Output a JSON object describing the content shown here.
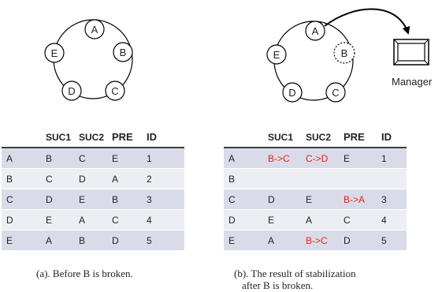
{
  "diagram_a": {
    "nodes": [
      "A",
      "B",
      "C",
      "D",
      "E"
    ]
  },
  "diagram_b": {
    "nodes": [
      "A",
      "B",
      "C",
      "D",
      "E"
    ],
    "broken_node": "B",
    "manager_label": "Manager"
  },
  "table_a": {
    "headers": [
      "",
      "SUC1",
      "SUC2",
      "PRE",
      "ID"
    ],
    "rows": [
      [
        "A",
        "B",
        "C",
        "E",
        "1"
      ],
      [
        "B",
        "C",
        "D",
        "A",
        "2"
      ],
      [
        "C",
        "D",
        "E",
        "B",
        "3"
      ],
      [
        "D",
        "E",
        "A",
        "C",
        "4"
      ],
      [
        "E",
        "A",
        "B",
        "D",
        "5"
      ]
    ]
  },
  "table_b": {
    "headers": [
      "",
      "SUC1",
      "SUC2",
      "PRE",
      "ID"
    ],
    "rows": [
      [
        "A",
        "B->C",
        "C->D",
        "E",
        "1"
      ],
      [
        "B",
        "",
        "",
        "",
        ""
      ],
      [
        "C",
        "D",
        "E",
        "B->A",
        "3"
      ],
      [
        "D",
        "E",
        "A",
        "C",
        "4"
      ],
      [
        "E",
        "A",
        "B->C",
        "D",
        "5"
      ]
    ]
  },
  "colors": {
    "changed_value": "#e8231c",
    "row_odd": "#d9dce8",
    "row_even": "#edeef4"
  },
  "captions": {
    "a": "(a). Before B is broken.",
    "b_line1": "(b). The result of stabilization",
    "b_line2": "after B is broken."
  }
}
